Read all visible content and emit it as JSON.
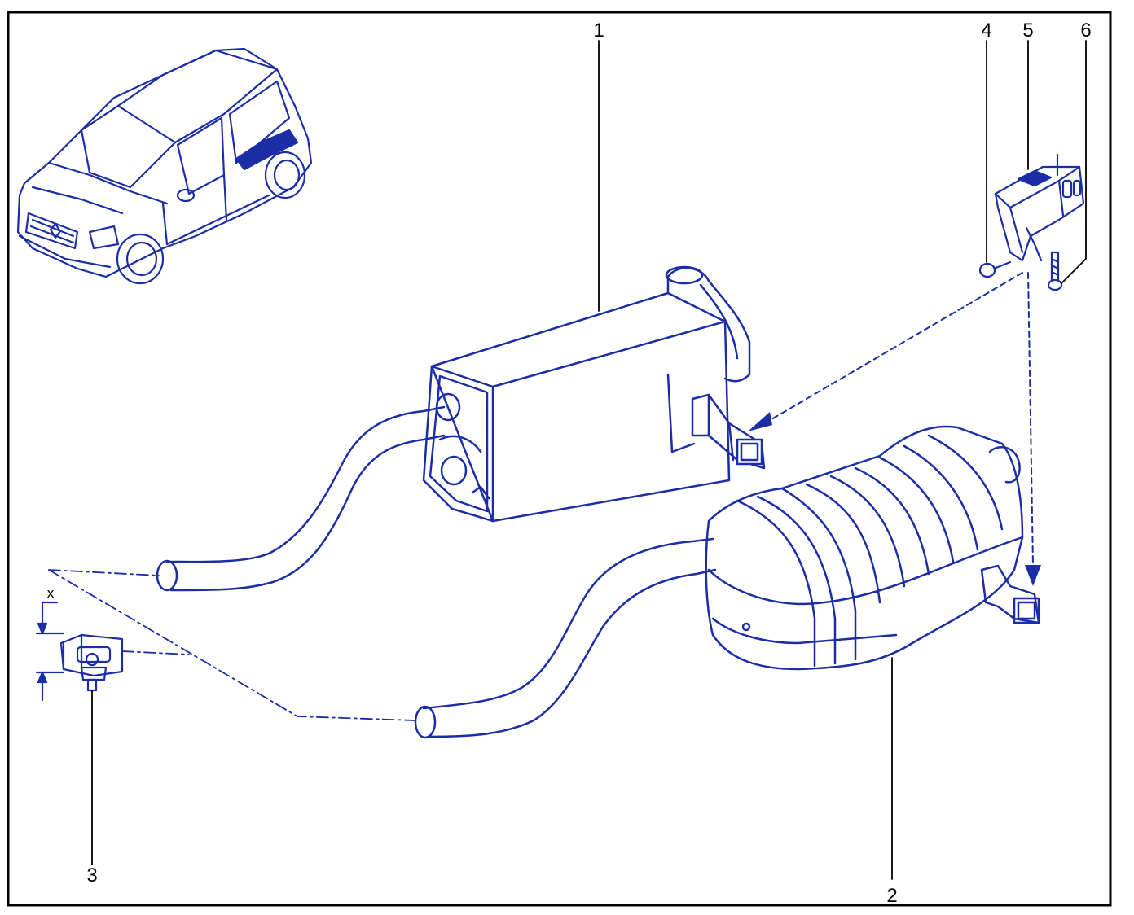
{
  "colors": {
    "line": "#1c2ea6",
    "fill": "#ffffff",
    "shade": "#1c2ea6",
    "frame": "#000000",
    "text": "#000000"
  },
  "callouts": {
    "c1": "1",
    "c2": "2",
    "c3": "3",
    "c4": "4",
    "c5": "5",
    "c6": "6"
  },
  "dimension": {
    "label": "x"
  }
}
